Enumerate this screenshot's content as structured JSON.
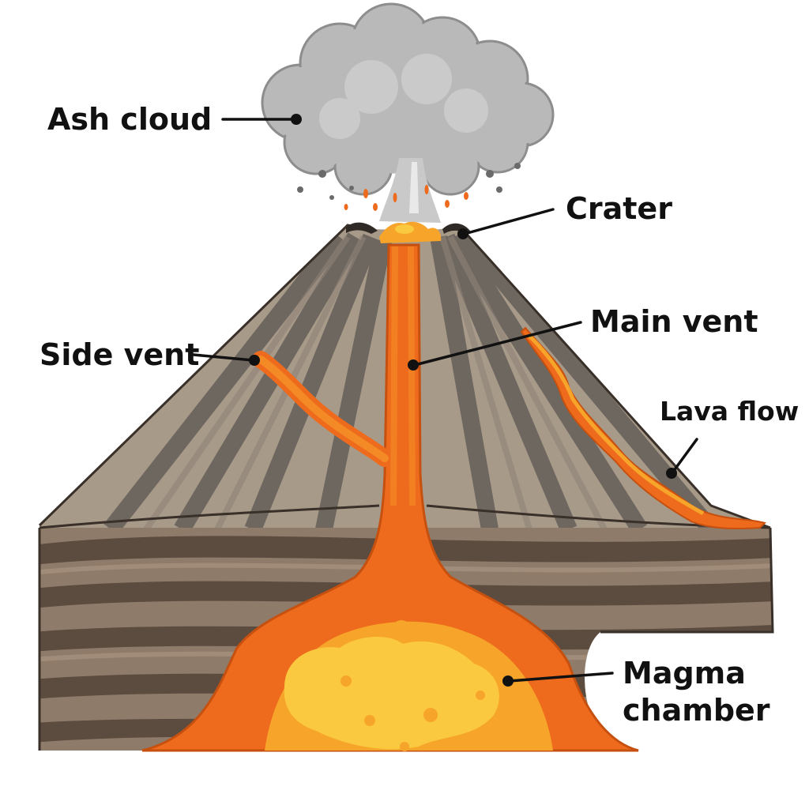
{
  "labels": {
    "ash_cloud": "Ash cloud",
    "crater": "Crater",
    "main_vent": "Main vent",
    "side_vent": "Side vent",
    "lava_flow": "Lava flow",
    "magma_chamber_line1": "Magma",
    "magma_chamber_line2": "chamber"
  },
  "colors": {
    "background": "#ffffff",
    "ash": "#b9b9b9",
    "ash_dark": "#8d8d8d",
    "rock_light": "#a89a89",
    "rock_dark": "#6e6760",
    "ground_light": "#8e7b6a",
    "ground_dark": "#5c4b3f",
    "magma_outer": "#ee6a1c",
    "magma_inner": "#f7a52a",
    "magma_core": "#fbc93f",
    "outline": "#3a302a",
    "text": "#111111"
  }
}
